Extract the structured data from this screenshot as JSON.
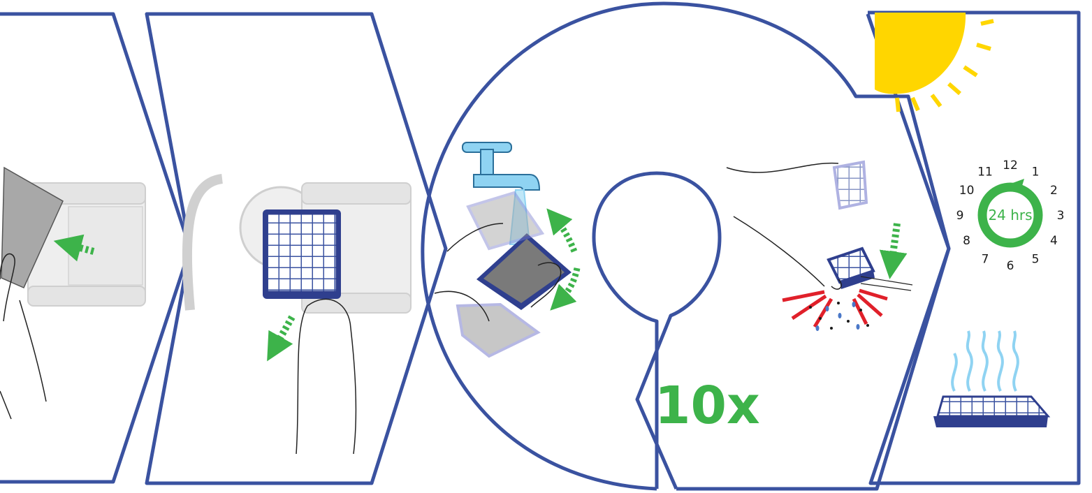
{
  "steps": {
    "dry": {
      "clock": {
        "numbers": [
          "12",
          "1",
          "2",
          "3",
          "4",
          "5",
          "6",
          "7",
          "8",
          "9",
          "10",
          "11"
        ],
        "duration_label": "24 hrs"
      }
    },
    "rinse": {
      "repeat_label": "10x"
    }
  },
  "colors": {
    "frame": "#3a52a0",
    "arrow": "#3db34a",
    "water": "#8fd3f2",
    "sun": "#ffd600",
    "filter_frame": "#2f3f8e",
    "impact": "#e0202a"
  }
}
